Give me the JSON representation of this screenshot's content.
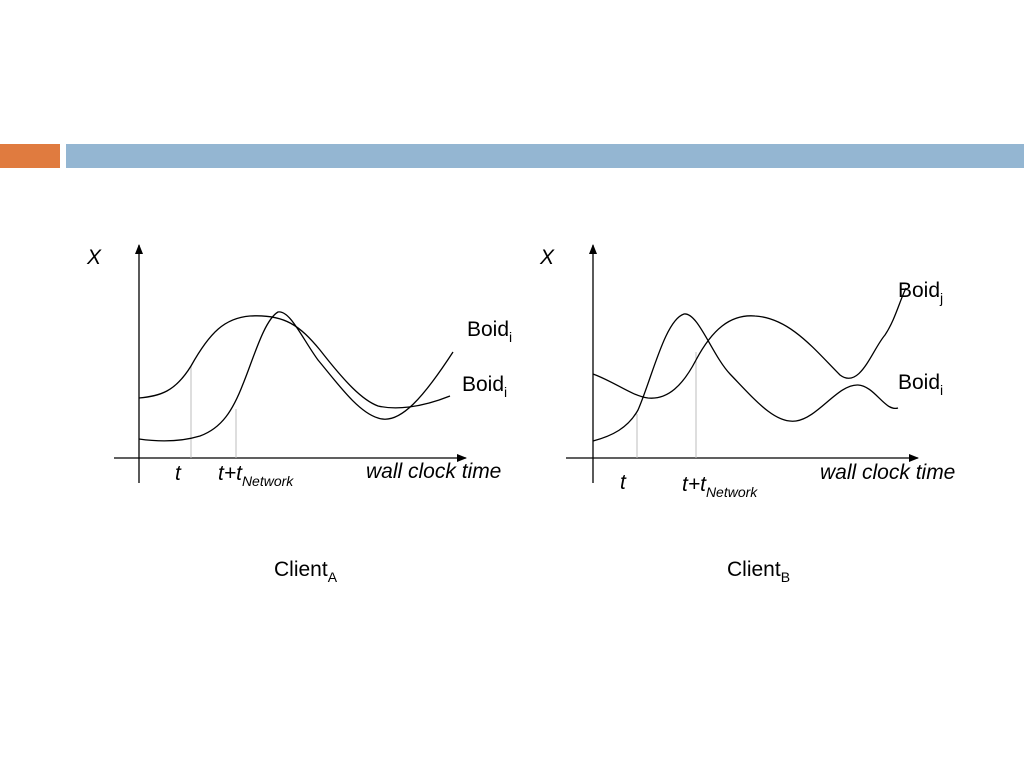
{
  "colors": {
    "accent": "#e07b3f",
    "band": "#94b6d2"
  },
  "diagram_a": {
    "y_axis_label": "X",
    "t_label": "t",
    "t_net_label": "t+t",
    "t_net_sub": "Network",
    "x_axis_label": "wall clock time",
    "boid_upper": {
      "name": "Boid",
      "sub": "i"
    },
    "boid_lower": {
      "name": "Boid",
      "sub": "i"
    },
    "client": {
      "name": "Client",
      "sub": "A"
    }
  },
  "diagram_b": {
    "y_axis_label": "X",
    "t_label": "t",
    "t_net_label": "t+t",
    "t_net_sub": "Network",
    "x_axis_label": "wall clock time",
    "boid_upper": {
      "name": "Boid",
      "sub": "j"
    },
    "boid_lower": {
      "name": "Boid",
      "sub": "i"
    },
    "client": {
      "name": "Client",
      "sub": "B"
    }
  }
}
